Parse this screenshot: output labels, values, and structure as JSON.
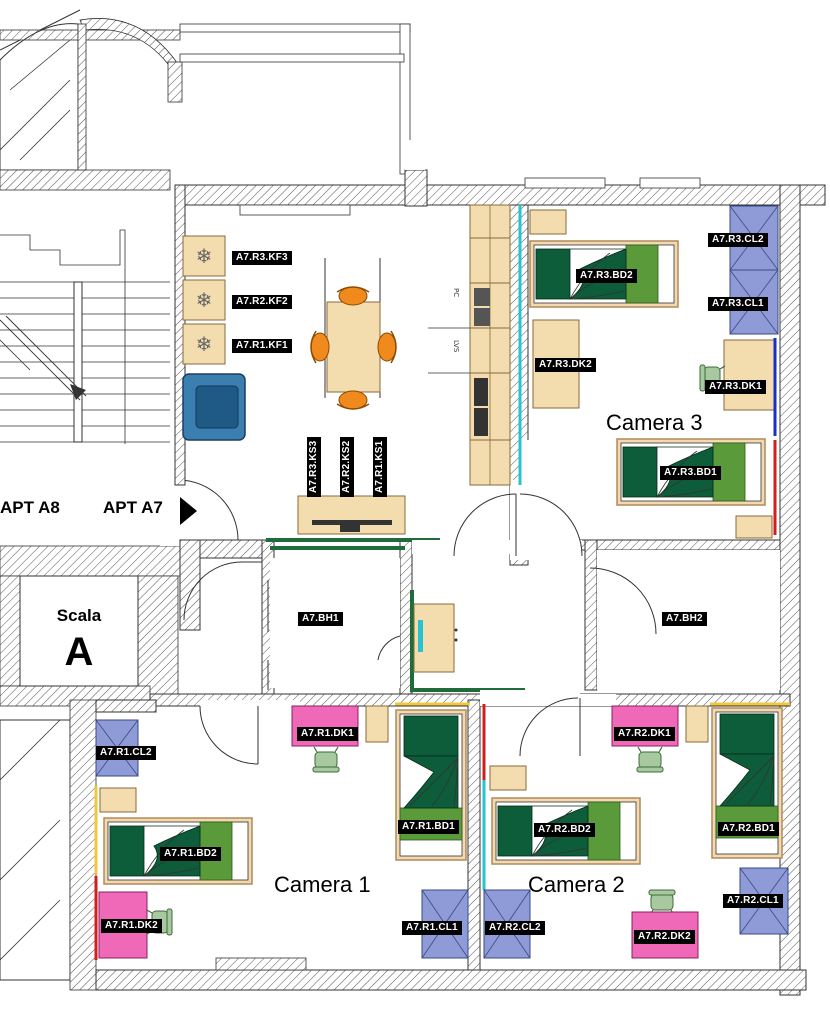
{
  "apartments": {
    "left": "APT A8",
    "current": "APT A7"
  },
  "stair": {
    "label": "Scala",
    "letter": "A"
  },
  "rooms": {
    "camera1": "Camera 1",
    "camera2": "Camera 2",
    "camera3": "Camera 3"
  },
  "kitchen": {
    "fridges": [
      "A7.R3.KF3",
      "A7.R2.KF2",
      "A7.R1.KF1"
    ],
    "shelves": [
      "A7.R3.KS3",
      "A7.R2.KS2",
      "A7.R1.KS1"
    ],
    "appliance_labels": [
      "PC",
      "LVS"
    ]
  },
  "bathrooms": [
    "A7.BH1",
    "A7.BH2"
  ],
  "room3": {
    "closets": [
      "A7.R3.CL2",
      "A7.R3.CL1"
    ],
    "bed2": "A7.R3.BD2",
    "desk2": "A7.R3.DK2",
    "desk1": "A7.R3.DK1",
    "bed1": "A7.R3.BD1"
  },
  "room1": {
    "desk1": "A7.R1.DK1",
    "bed1": "A7.R1.BD1",
    "closet2": "A7.R1.CL2",
    "bed2": "A7.R1.BD2",
    "desk2": "A7.R1.DK2",
    "closet1": "A7.R1.CL1"
  },
  "room2": {
    "desk1": "A7.R2.DK1",
    "bed1": "A7.R2.BD1",
    "bed2": "A7.R2.BD2",
    "closet2": "A7.R2.CL2",
    "closet1": "A7.R2.CL1",
    "desk2": "A7.R2.DK2"
  },
  "colors": {
    "wall_hatch": "#555555",
    "bed_frame": "#f2d9b0",
    "sheet_green": "#0d5c3a",
    "pillow_green": "#5a9a3a",
    "closet": "#8e9bd6",
    "desk_wood": "#f3dcae",
    "desk_pink": "#f069b8",
    "chair_orange": "#f08a1c",
    "chair_sage": "#a8c9a0",
    "armchair_blue": "#3a7fb0",
    "partition_green": "#1f6b3a",
    "accent_cyan": "#27c4d0",
    "accent_yellow": "#f2c73a",
    "accent_red": "#d21e1e",
    "accent_blue": "#1a2fc8"
  }
}
